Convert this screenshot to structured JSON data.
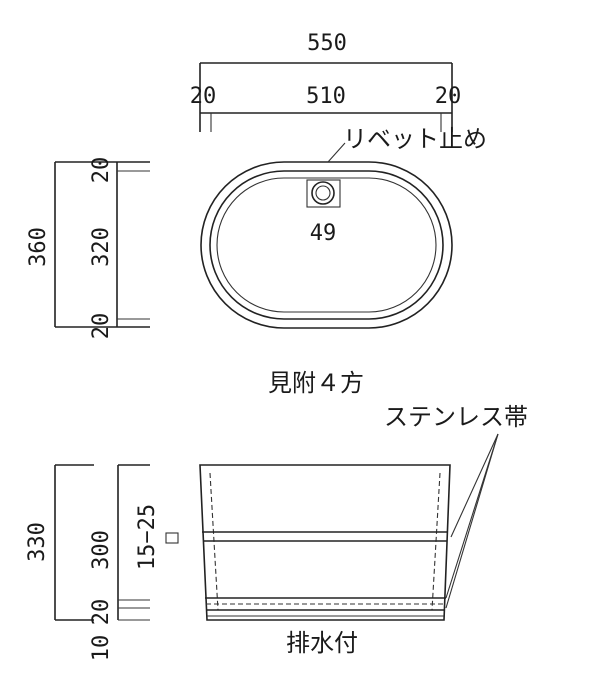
{
  "top_dims": {
    "overall": "550",
    "left": "20",
    "middle": "510",
    "right": "20"
  },
  "left_dims_top": {
    "total": "360",
    "top": "20",
    "middle": "320",
    "bottom": "20"
  },
  "labels": {
    "rivet": "リベット止め",
    "drain_hole": "49",
    "view_note": "見附４方",
    "band": "ステンレス帯",
    "drain": "排水付"
  },
  "left_dims_side": {
    "total": "330",
    "body": "300",
    "band_range": "15−25",
    "base_a": "20",
    "base_b": "10"
  }
}
